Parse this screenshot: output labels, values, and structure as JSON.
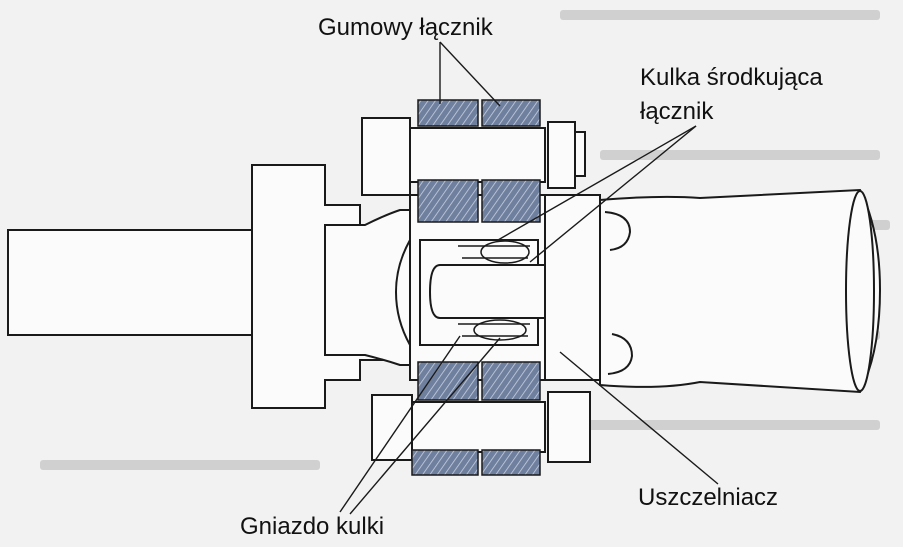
{
  "diagram": {
    "labels": {
      "rubber_coupling": "Gumowy łącznik",
      "centering_ball_line1": "Kulka środkująca",
      "centering_ball_line2": "łącznik",
      "seal": "Uszczelniacz",
      "ball_seat": "Gniazdo kulki"
    },
    "colors": {
      "background": "#f2f2f2",
      "outline": "#1a1a1a",
      "rubber_fill": "#6f7f9e",
      "background_text": "#c9c9c9"
    }
  }
}
